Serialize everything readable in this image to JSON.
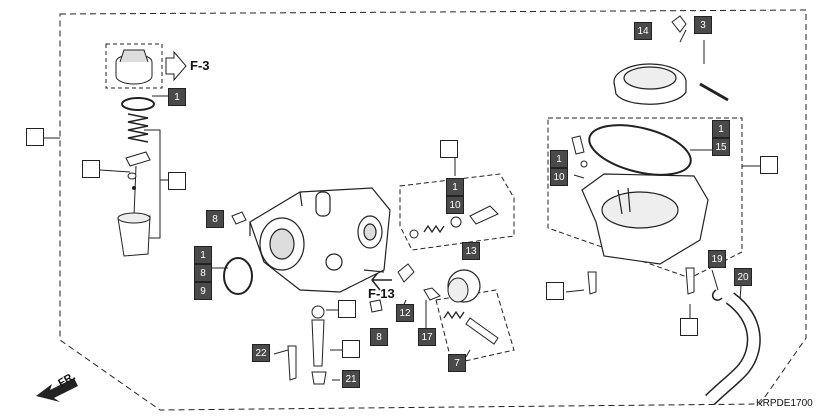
{
  "diagram": {
    "code": "KRPDE1700",
    "front_label": "FR.",
    "refs": {
      "f3": "F-3",
      "f13": "F-13"
    },
    "callouts": {
      "c1_top": "1",
      "c14": "14",
      "c3": "3",
      "c1_gasket": "1",
      "c15": "15",
      "c1_screw": "1",
      "c10_screw": "10",
      "c1_mid": "1",
      "c10_mid": "10",
      "c8_left": "8",
      "c13": "13",
      "c1_body": "1",
      "c8_body": "8",
      "c9_body": "9",
      "c12": "12",
      "c8_low": "8",
      "c17": "17",
      "c7": "7",
      "c22": "22",
      "c21": "21",
      "c19": "19",
      "c20": "20"
    }
  }
}
